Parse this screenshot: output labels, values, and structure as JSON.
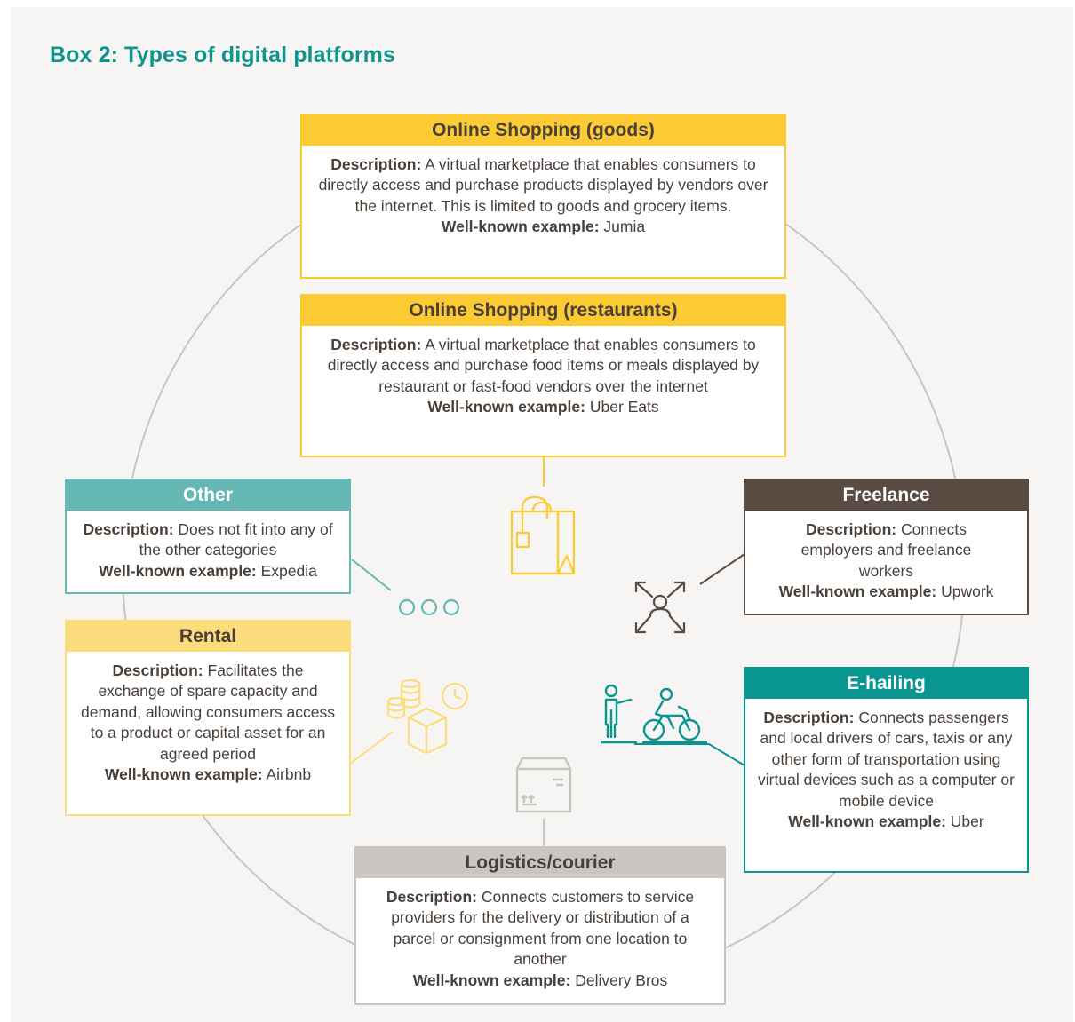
{
  "title": "Box 2: Types of digital platforms",
  "colors": {
    "yellow": "#fcca32",
    "yellow_light": "#fcdc7c",
    "teal_light": "#66b8b5",
    "teal": "#099691",
    "brown": "#5a4b43",
    "grey": "#c9c6c1",
    "title": "#0f958c",
    "circle": "#c8c6c2"
  },
  "categories": {
    "goods": {
      "name": "Online Shopping (goods)",
      "description_label": "Description:",
      "description": "A virtual marketplace that enables consumers to directly access and purchase products displayed by vendors over the internet. This is limited to goods and grocery items.",
      "example_label": "Well-known example:",
      "example": "Jumia"
    },
    "restaurants": {
      "name": "Online Shopping (restaurants)",
      "description_label": "Description:",
      "description": "A virtual marketplace that enables consumers to directly access and purchase food items or meals displayed by restaurant or fast-food vendors over the internet",
      "example_label": "Well-known example:",
      "example": "Uber Eats"
    },
    "other": {
      "name": "Other",
      "description_label": "Description:",
      "description": "Does not fit into any of the other categories",
      "example_label": "Well-known example:",
      "example": "Expedia"
    },
    "freelance": {
      "name": "Freelance",
      "description_label": "Description:",
      "description": "Connects employers and freelance workers",
      "example_label": "Well-known example:",
      "example": "Upwork"
    },
    "rental": {
      "name": "Rental",
      "description_label": "Description:",
      "description": "Facilitates the exchange of spare capacity and demand, allowing consumers access to a product or capital asset for an agreed period",
      "example_label": "Well-known example:",
      "example": "Airbnb"
    },
    "ehailing": {
      "name": "E-hailing",
      "description_label": "Description:",
      "description": "Connects passengers and local drivers of cars, taxis or any other form of transportation using virtual devices such as a computer or mobile device",
      "example_label": "Well-known example:",
      "example": "Uber"
    },
    "logistics": {
      "name": "Logistics/courier",
      "description_label": "Description:",
      "description": "Connects customers to service providers for the delivery or distribution of a parcel or consignment from one location to another",
      "example_label": "Well-known example:",
      "example": "Delivery Bros"
    }
  },
  "icons": {
    "goods": "shopping-bag-icon",
    "other": "ellipsis-icon",
    "freelance": "person-network-icon",
    "rental": "coins-box-clock-icon",
    "ehailing": "person-motorbike-icon",
    "logistics": "parcel-box-icon"
  }
}
